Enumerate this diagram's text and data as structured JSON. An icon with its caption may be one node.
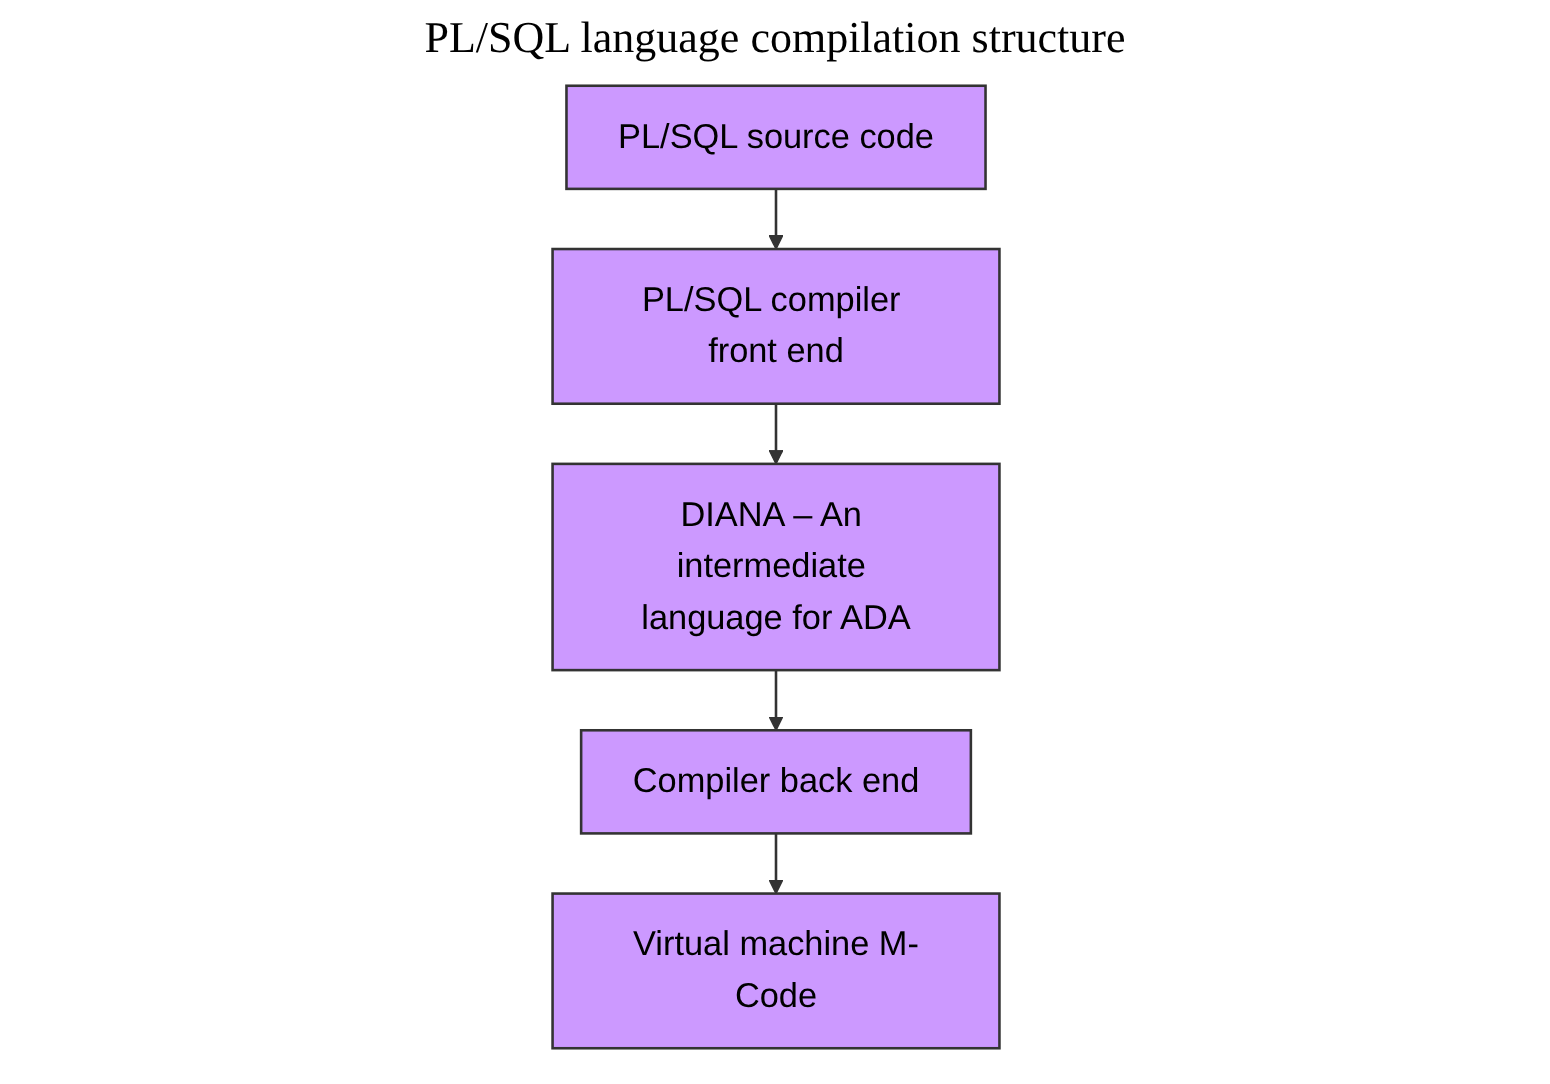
{
  "diagram": {
    "title": "PL/SQL language compilation structure",
    "nodes": [
      {
        "text": [
          "PL/SQL source code"
        ]
      },
      {
        "text": [
          "PL/SQL compiler front end"
        ]
      },
      {
        "text": [
          "DIANA – An intermediate language for ADA"
        ]
      },
      {
        "text": [
          "Compiler back end"
        ]
      },
      {
        "text": [
          "Virtual machine M-Code"
        ]
      }
    ],
    "edges": [
      {
        "from": 0,
        "to": 1,
        "arrow": "to"
      },
      {
        "from": 1,
        "to": 2,
        "arrow": "to"
      },
      {
        "from": 2,
        "to": 3,
        "arrow": "to"
      },
      {
        "from": 3,
        "to": 4,
        "arrow": "to"
      }
    ]
  }
}
